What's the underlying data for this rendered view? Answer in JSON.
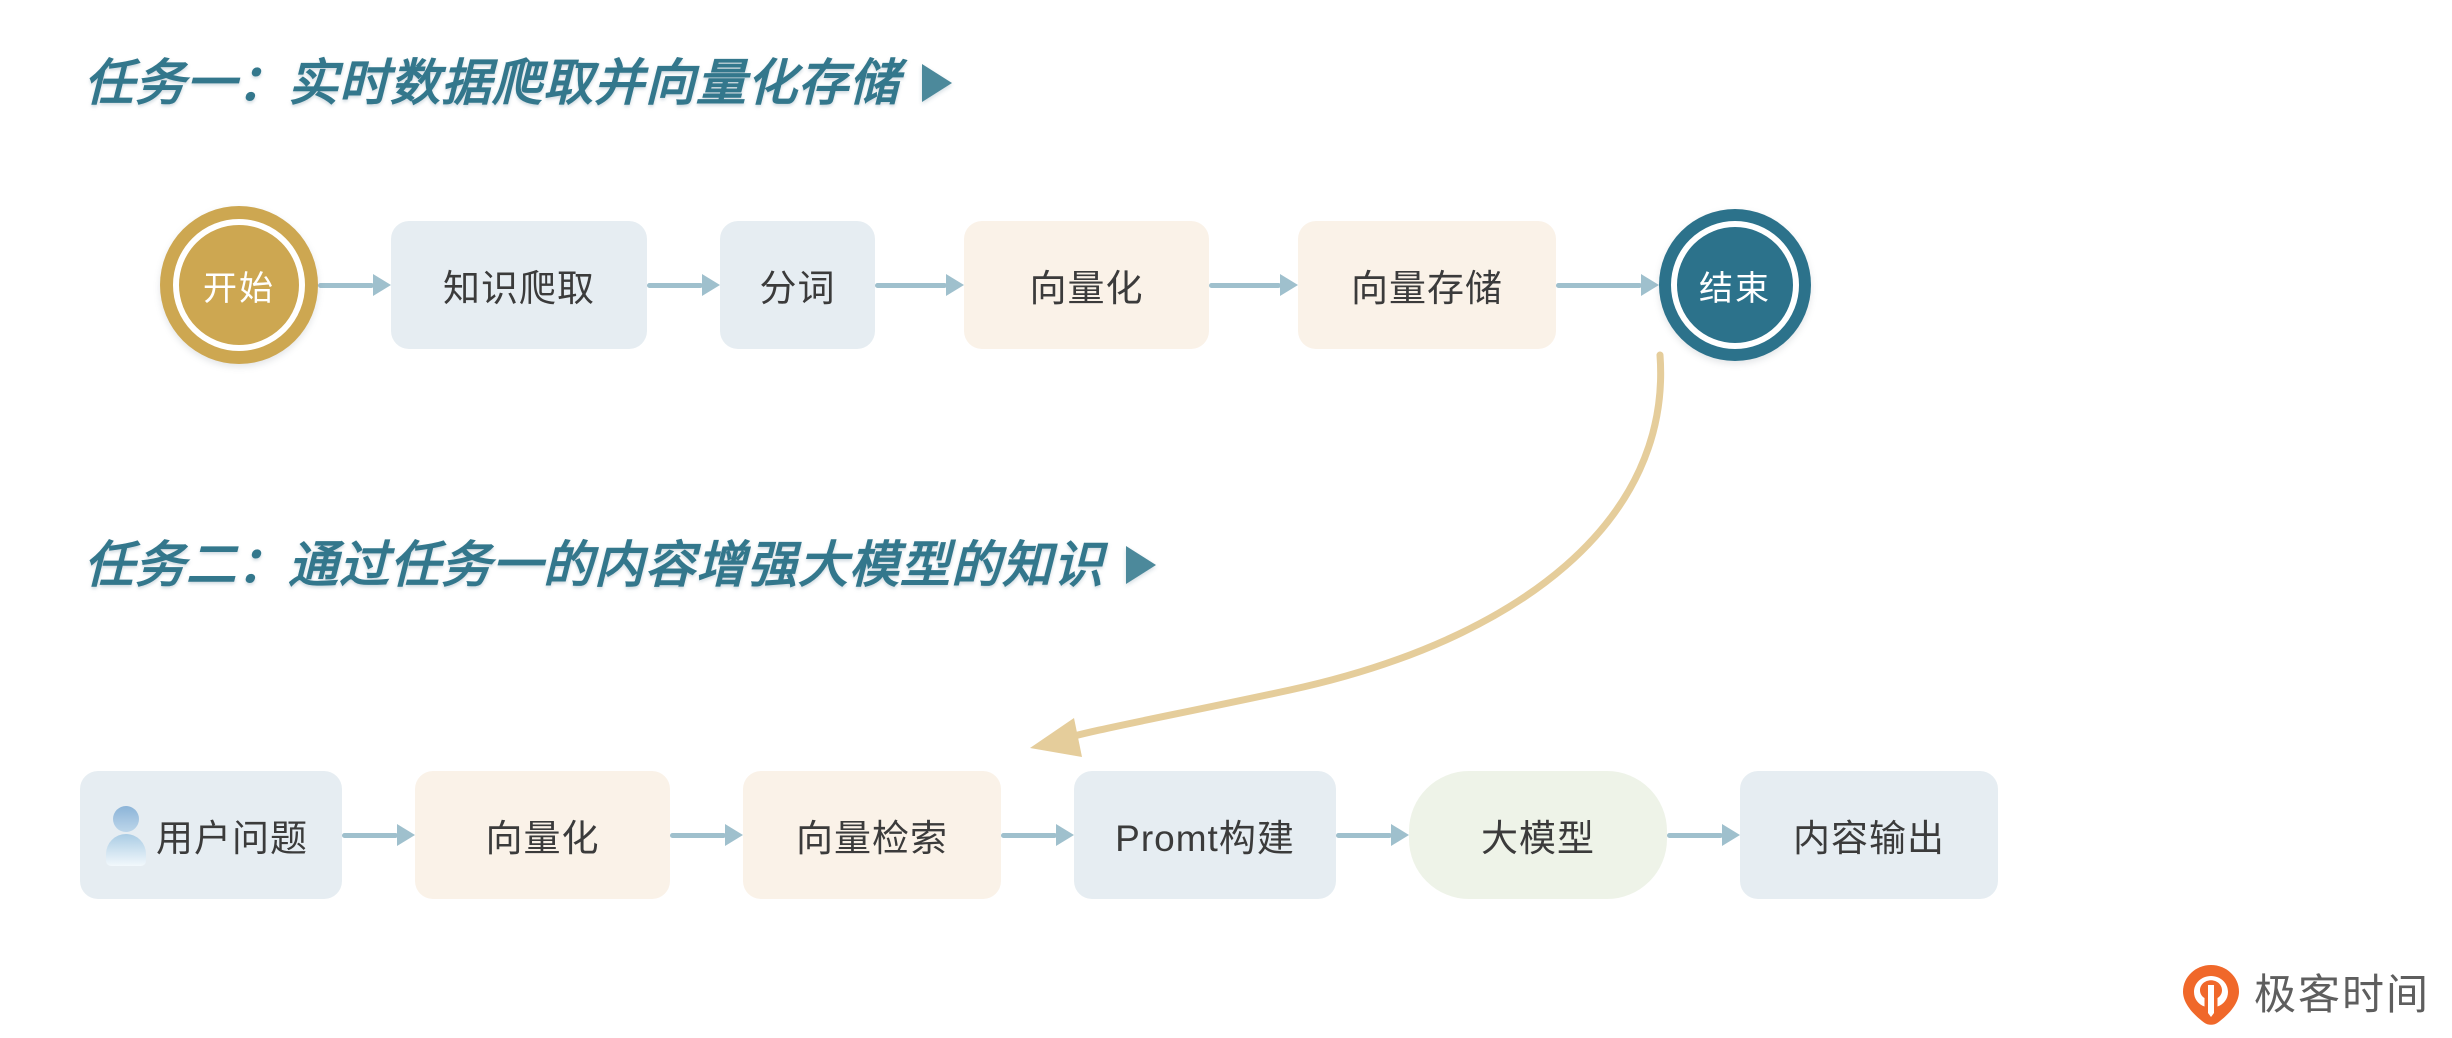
{
  "page": {
    "background": "#ffffff",
    "accent_teal": "#33778c",
    "accent_gold": "#cda751",
    "accent_blue_box": "#e6edf2",
    "accent_cream_box": "#faf2e8",
    "accent_green_box": "#eef3e8",
    "arrow_color": "#9fc0cd"
  },
  "sections": [
    {
      "id": "task-1",
      "title": "任务一：实时数据爬取并向量化存储",
      "caret_icon": "play-triangle-icon",
      "nodes": [
        {
          "id": "start",
          "label": "开始",
          "shape": "circle",
          "color": "#cda751"
        },
        {
          "id": "crawl",
          "label": "知识爬取",
          "shape": "box",
          "color": "#e6edf2"
        },
        {
          "id": "token",
          "label": "分词",
          "shape": "box",
          "color": "#e6edf2"
        },
        {
          "id": "vector1",
          "label": "向量化",
          "shape": "box",
          "color": "#faf2e8"
        },
        {
          "id": "store",
          "label": "向量存储",
          "shape": "box",
          "color": "#faf2e8"
        },
        {
          "id": "end",
          "label": "结束",
          "shape": "circle",
          "color": "#2c728b"
        }
      ]
    },
    {
      "id": "task-2",
      "title": "任务二：通过任务一的内容增强大模型的知识",
      "caret_icon": "play-triangle-icon",
      "nodes": [
        {
          "id": "user",
          "label": "用户问题",
          "shape": "box",
          "color": "#e6edf2",
          "icon": "user-avatar-icon"
        },
        {
          "id": "vector2",
          "label": "向量化",
          "shape": "box",
          "color": "#faf2e8"
        },
        {
          "id": "search",
          "label": "向量检索",
          "shape": "box",
          "color": "#faf2e8"
        },
        {
          "id": "prompt",
          "label": "Promt构建",
          "shape": "box",
          "color": "#e6edf2"
        },
        {
          "id": "llm",
          "label": "大模型",
          "shape": "pill",
          "color": "#eef3e8"
        },
        {
          "id": "output",
          "label": "内容输出",
          "shape": "box",
          "color": "#e6edf2"
        }
      ]
    }
  ],
  "cross_link": {
    "from": "store",
    "to": "search",
    "color": "#e5cd9b",
    "style": "curved-arrow"
  },
  "brand": {
    "name": "极客时间",
    "mark_icon": "geektime-pin-icon",
    "mark_color": "#f0682a"
  }
}
